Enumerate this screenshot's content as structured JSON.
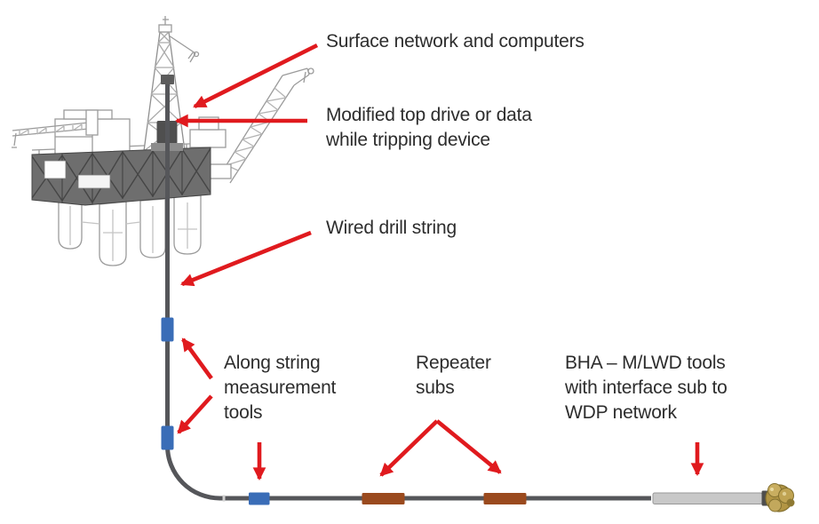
{
  "labels": {
    "surface_network": "Surface network and computers",
    "top_drive": "Modified top drive or data\nwhile tripping device",
    "wired_drill_string": "Wired drill string",
    "asm_tools": "Along string\nmeasurement\ntools",
    "repeater_subs": "Repeater\nsubs",
    "bha": "BHA – M/LWD tools\nwith interface sub to\nWDP network"
  },
  "colors": {
    "arrow_red": "#e01a1e",
    "text_dark": "#2d2d2d",
    "pipe_gray": "#55565a",
    "asm_marker_blue": "#3a6db7",
    "repeater_sub_brown": "#9a4a1e",
    "bha_light_gray": "#c8c8c8",
    "drill_bit_gold": "#b29544",
    "rig_line_gray": "#9b9b9b",
    "deck_fill_gray": "#6e6e6e"
  },
  "icons": {
    "rig": "offshore-drilling-rig-illustration",
    "drill_bit": "tricone-drill-bit-icon"
  }
}
